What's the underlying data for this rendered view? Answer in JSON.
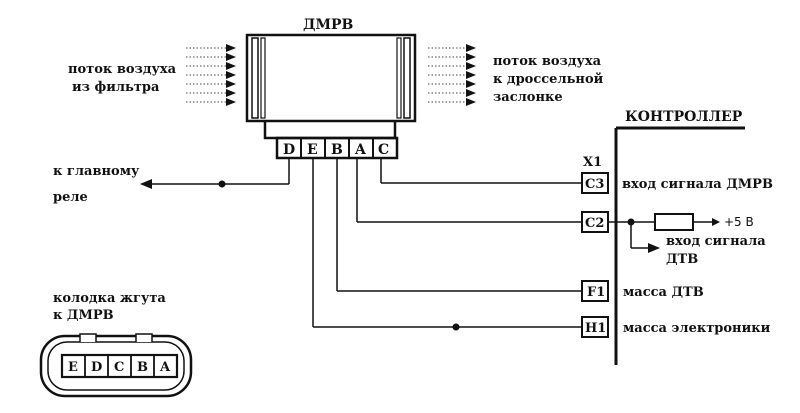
{
  "sensor": {
    "title": "ДМРВ",
    "pins": [
      "D",
      "E",
      "B",
      "A",
      "C"
    ]
  },
  "airflow": {
    "in_line1": "поток воздуха",
    "in_line2": "из фильтра",
    "out_line1": "поток воздуха",
    "out_line2": "к дроссельной",
    "out_line3": "заслонке"
  },
  "relay": {
    "line1": "к главному",
    "line2": "реле"
  },
  "controller": {
    "title": "КОНТРОЛЛЕР",
    "connector": "X1",
    "pins": [
      {
        "pin": "C3",
        "label": "вход сигнала ДМРВ"
      },
      {
        "pin": "C2",
        "label": ""
      },
      {
        "pin": "F1",
        "label": "масса ДТВ"
      },
      {
        "pin": "H1",
        "label": "масса электроники"
      }
    ],
    "supply": "+5 В",
    "dtv_line1": "вход сигнала",
    "dtv_line2": "ДТВ"
  },
  "harness": {
    "line1": "колодка жгута",
    "line2": "к ДМРВ",
    "pins": [
      "E",
      "D",
      "C",
      "B",
      "A"
    ]
  }
}
